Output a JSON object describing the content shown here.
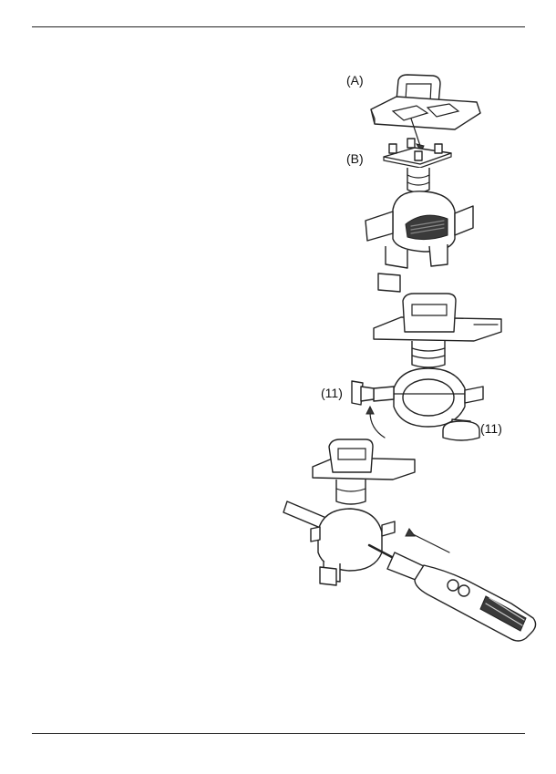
{
  "figure": {
    "label_a": "(A)",
    "label_b": "(B)",
    "label_11_left": "(11)",
    "label_11_right": "(11)"
  }
}
